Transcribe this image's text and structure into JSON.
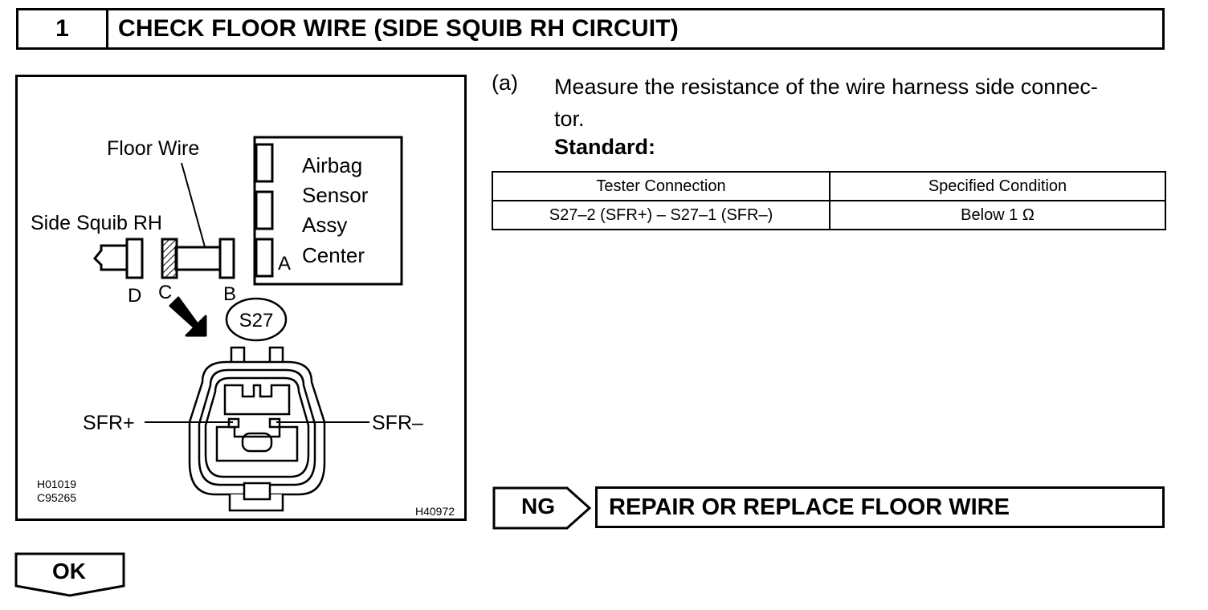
{
  "header": {
    "step_number": "1",
    "title": "CHECK FLOOR WIRE (SIDE SQUIB RH CIRCUIT)"
  },
  "figure": {
    "labels": {
      "floor_wire": "Floor Wire",
      "side_squib": "Side Squib RH",
      "airbag_line1": "Airbag",
      "airbag_line2": "Sensor",
      "airbag_line3": "Assy",
      "airbag_line4": "Center",
      "conn_a": "A",
      "conn_b": "B",
      "conn_c": "C",
      "conn_d": "D",
      "connector_id": "S27",
      "sfr_plus": "SFR+",
      "sfr_minus": "SFR–",
      "code_left_1": "H01019",
      "code_left_2": "C95265",
      "code_right": "H40972"
    }
  },
  "instruction": {
    "label": "(a)",
    "text": "Measure the resistance of the wire harness side connector.",
    "text_line1": "Measure the resistance of the wire harness side connec-",
    "text_line2": "tor.",
    "standard_label": "Standard:"
  },
  "spec_table": {
    "headers": [
      "Tester Connection",
      "Specified Condition"
    ],
    "rows": [
      [
        "S27–2 (SFR+) – S27–1 (SFR–)",
        "Below 1 Ω"
      ]
    ]
  },
  "ng": {
    "label": "NG",
    "result": "REPAIR OR REPLACE FLOOR WIRE"
  },
  "ok": {
    "label": "OK"
  }
}
